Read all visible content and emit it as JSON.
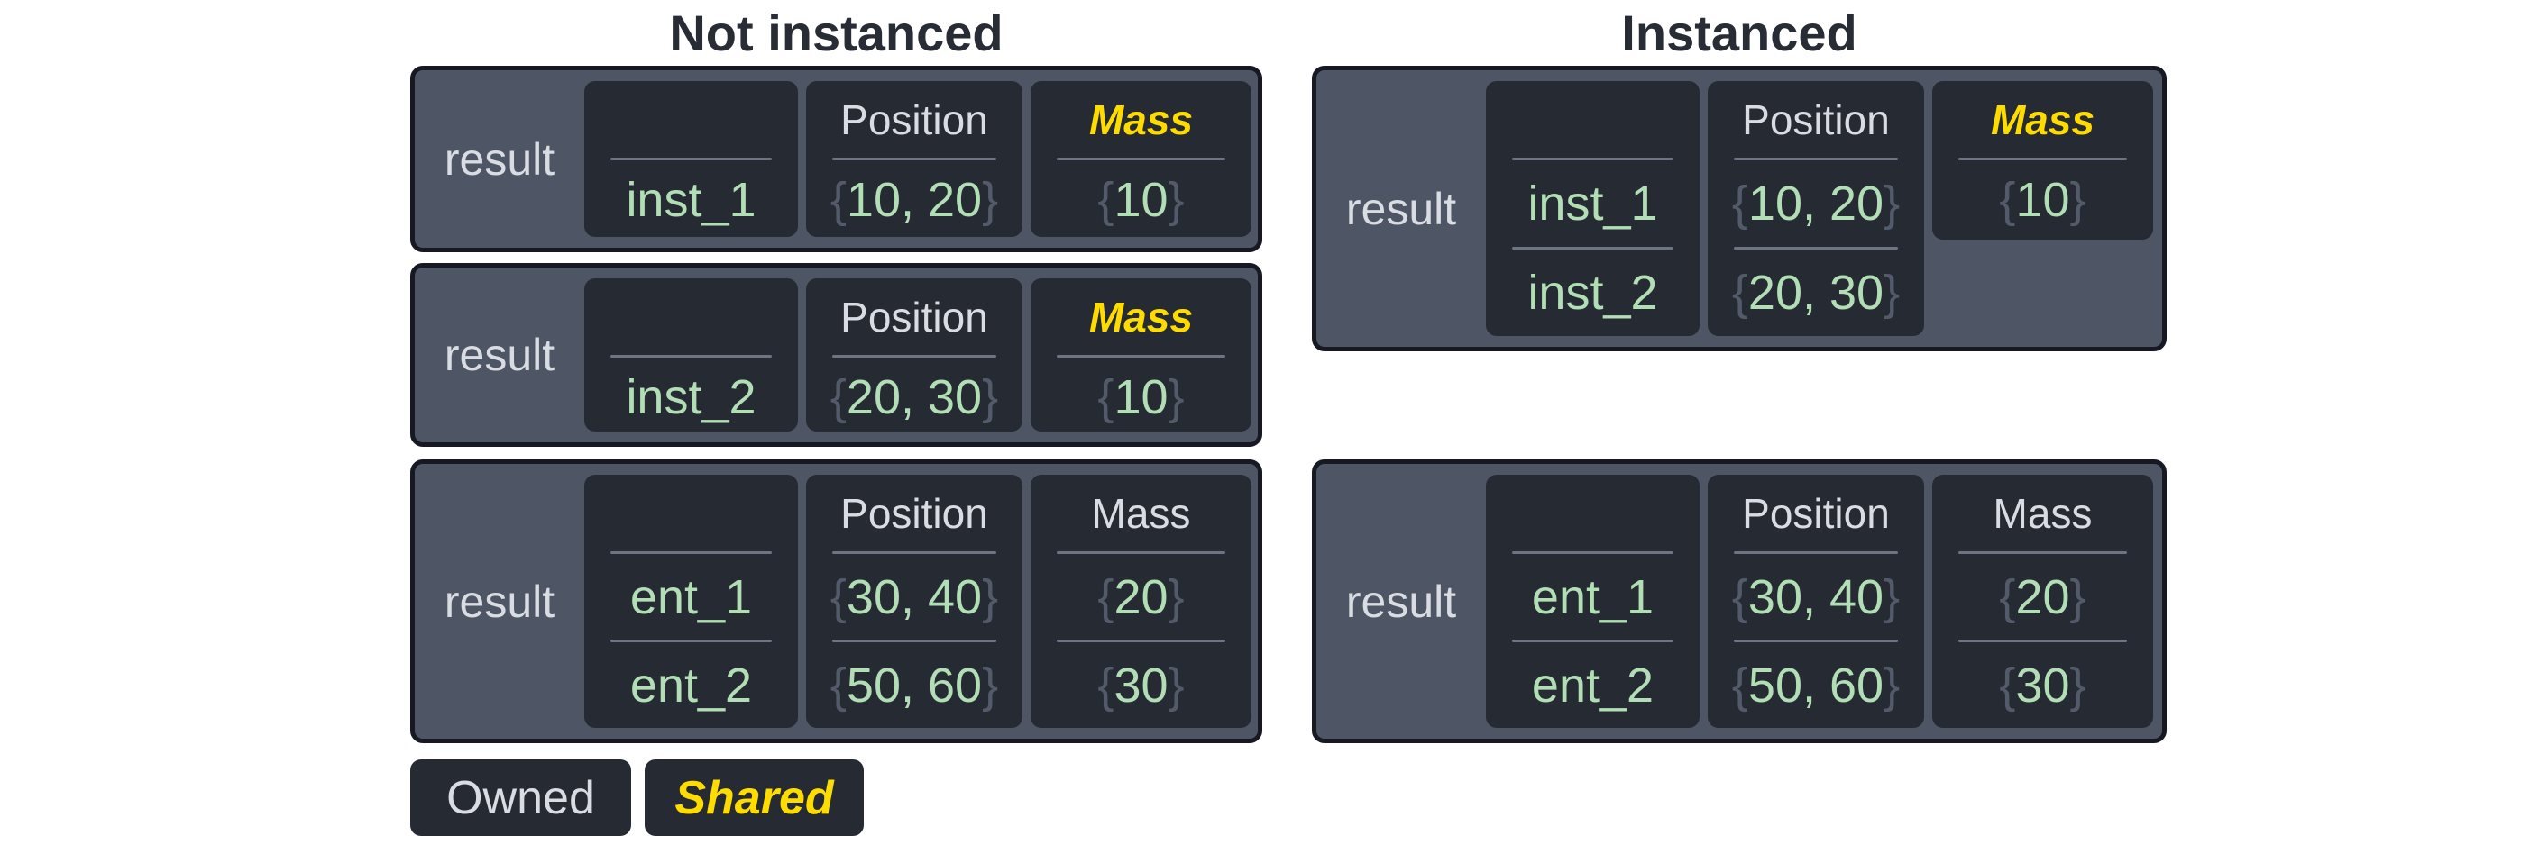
{
  "titles": {
    "not_instanced": "Not instanced",
    "instanced": "Instanced"
  },
  "legend": {
    "owned": "Owned",
    "shared": "Shared"
  },
  "punct": {
    "open": "{",
    "close": "}"
  },
  "colors": {
    "page_background": "#ffffff",
    "panel_background": "#4e5564",
    "panel_border": "#161921",
    "cell_background": "#262a33",
    "light_text": "#d9dce2",
    "value_green": "#b2deb5",
    "brace_gray": "#535b6b",
    "divider_gray": "#6d7584",
    "shared_yellow": "#ffdc00",
    "title_text": "#272c35"
  },
  "boxes": {
    "ni_1": {
      "label": "result",
      "entity": {
        "rows": [
          "inst_1"
        ]
      },
      "position": {
        "header": "Position",
        "rows": [
          "10, 20"
        ]
      },
      "mass": {
        "header": "Mass",
        "shared": true,
        "rows": [
          "10"
        ]
      }
    },
    "ni_2": {
      "label": "result",
      "entity": {
        "rows": [
          "inst_2"
        ]
      },
      "position": {
        "header": "Position",
        "rows": [
          "20, 30"
        ]
      },
      "mass": {
        "header": "Mass",
        "shared": true,
        "rows": [
          "10"
        ]
      }
    },
    "ni_3": {
      "label": "result",
      "entity": {
        "rows": [
          "ent_1",
          "ent_2"
        ]
      },
      "position": {
        "header": "Position",
        "rows": [
          "30, 40",
          "50, 60"
        ]
      },
      "mass": {
        "header": "Mass",
        "shared": false,
        "rows": [
          "20",
          "30"
        ]
      }
    },
    "i_1": {
      "label": "result",
      "entity": {
        "rows": [
          "inst_1",
          "inst_2"
        ]
      },
      "position": {
        "header": "Position",
        "rows": [
          "10, 20",
          "20, 30"
        ]
      },
      "mass": {
        "header": "Mass",
        "shared": true,
        "rows": [
          "10"
        ]
      }
    },
    "i_2": {
      "label": "result",
      "entity": {
        "rows": [
          "ent_1",
          "ent_2"
        ]
      },
      "position": {
        "header": "Position",
        "rows": [
          "30, 40",
          "50, 60"
        ]
      },
      "mass": {
        "header": "Mass",
        "shared": false,
        "rows": [
          "20",
          "30"
        ]
      }
    }
  }
}
